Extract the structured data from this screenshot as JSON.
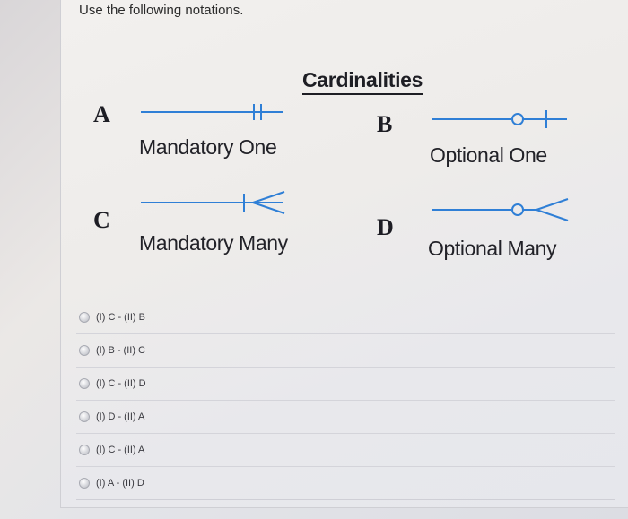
{
  "instruction": "Use the following notations.",
  "figure": {
    "title": "Cardinalities",
    "notations": [
      {
        "letter": "A",
        "caption": "Mandatory One",
        "symbol": "mandatory-one"
      },
      {
        "letter": "B",
        "caption": "Optional One",
        "symbol": "optional-one"
      },
      {
        "letter": "C",
        "caption": "Mandatory Many",
        "symbol": "mandatory-many"
      },
      {
        "letter": "D",
        "caption": "Optional Many",
        "symbol": "optional-many"
      }
    ],
    "line_color": "#2f7fd6"
  },
  "options": [
    {
      "label": "(I) C - (II) B",
      "selected": false
    },
    {
      "label": "(I) B - (II) C",
      "selected": false
    },
    {
      "label": "(I) C - (II) D",
      "selected": false
    },
    {
      "label": "(I) D - (II) A",
      "selected": false
    },
    {
      "label": "(I) C - (II) A",
      "selected": false
    },
    {
      "label": "(I) A - (II) D",
      "selected": false
    }
  ]
}
